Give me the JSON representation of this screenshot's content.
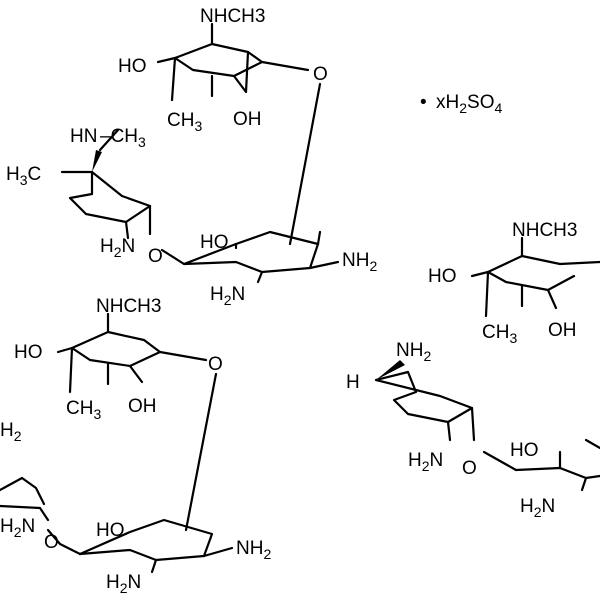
{
  "salt": {
    "dot": "•",
    "label": "xH",
    "sub_h": "2",
    "so": "SO",
    "sub_o": "4"
  },
  "labels": {
    "nhch3": "NHCH",
    "ch3": "CH",
    "three": "3",
    "ho": "HO",
    "oh": "OH",
    "o": "O",
    "nh": "NH",
    "two": "2",
    "h2n_h": "H",
    "h2n_n": "N",
    "h3c_h": "H",
    "h3c_c": "C",
    "hn": "HN",
    "dash": "–CH",
    "h": "H"
  }
}
